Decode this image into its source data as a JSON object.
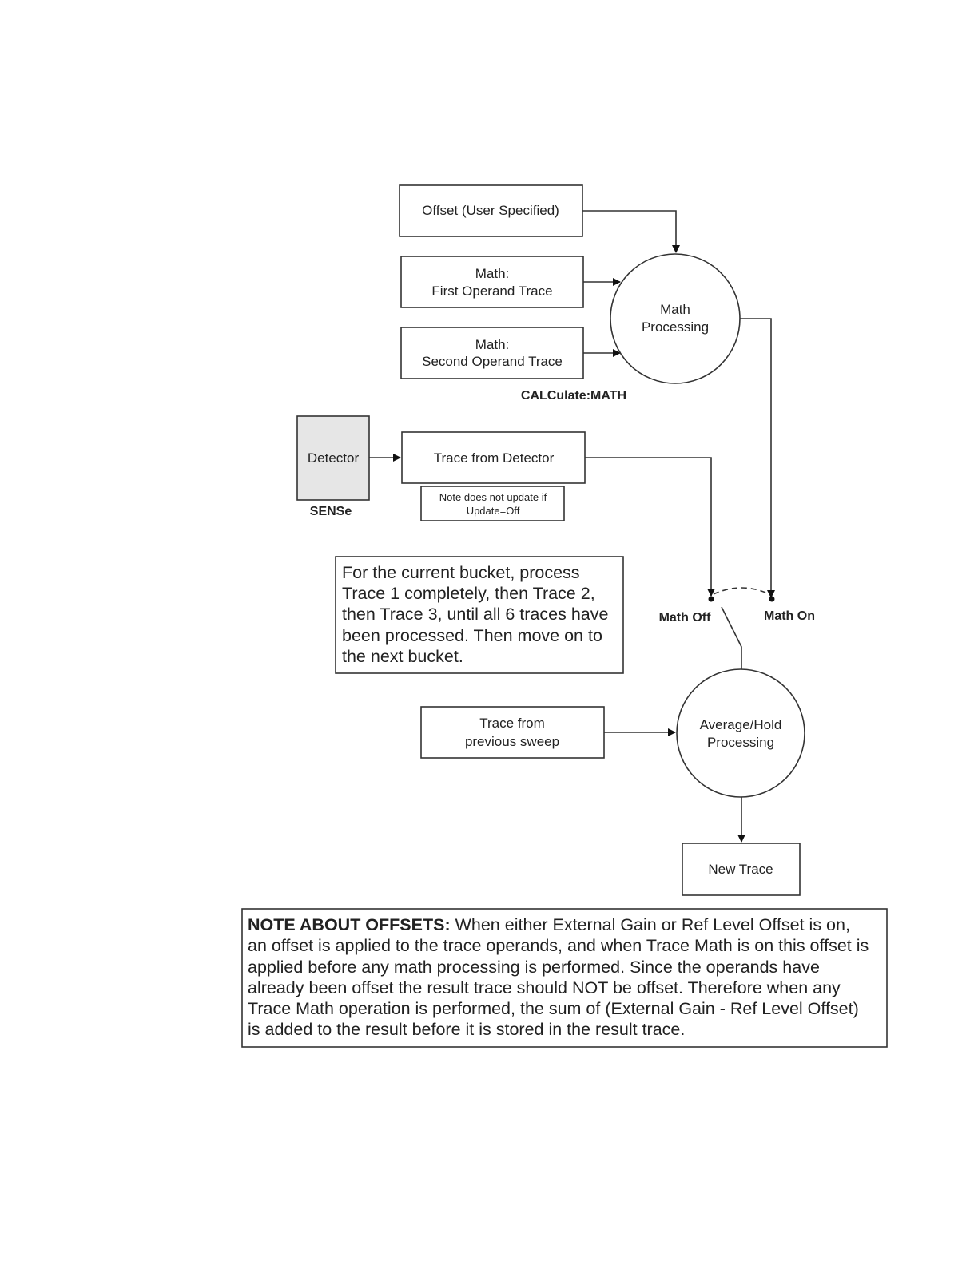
{
  "nodes": {
    "offset": "Offset (User Specified)",
    "math_first": [
      "Math:",
      "First Operand Trace"
    ],
    "math_second": [
      "Math:",
      "Second Operand Trace"
    ],
    "math_processing": [
      "Math",
      "Processing"
    ],
    "calculate_math": "CALCulate:MATH",
    "detector": "Detector",
    "sense": "SENSe",
    "trace_from_detector": "Trace from Detector",
    "update_note": [
      "Note does not update if",
      "Update=Off"
    ],
    "math_off": "Math Off",
    "math_on": "Math On",
    "previous_sweep": [
      "Trace from",
      "previous sweep"
    ],
    "average_hold": [
      "Average/Hold",
      "Processing"
    ],
    "new_trace": "New Trace"
  },
  "bucket_note": [
    "For the current bucket, process",
    "Trace 1 completely, then Trace 2,",
    "then Trace 3, until all 6 traces have",
    "been processed.  Then move on to",
    "the next bucket."
  ],
  "offsets_note": {
    "heading": "NOTE ABOUT OFFSETS:",
    "lines": [
      " When either External Gain or Ref Level Offset is on,",
      "an offset is applied to the trace operands, and when Trace Math is on this offset is",
      "applied before any math processing is performed. Since the operands have",
      "already been offset the result trace should NOT be offset.  Therefore when any",
      "Trace Math operation is performed, the sum of (External Gain - Ref Level Offset)",
      "is added to the result before it is stored in the result trace."
    ]
  }
}
